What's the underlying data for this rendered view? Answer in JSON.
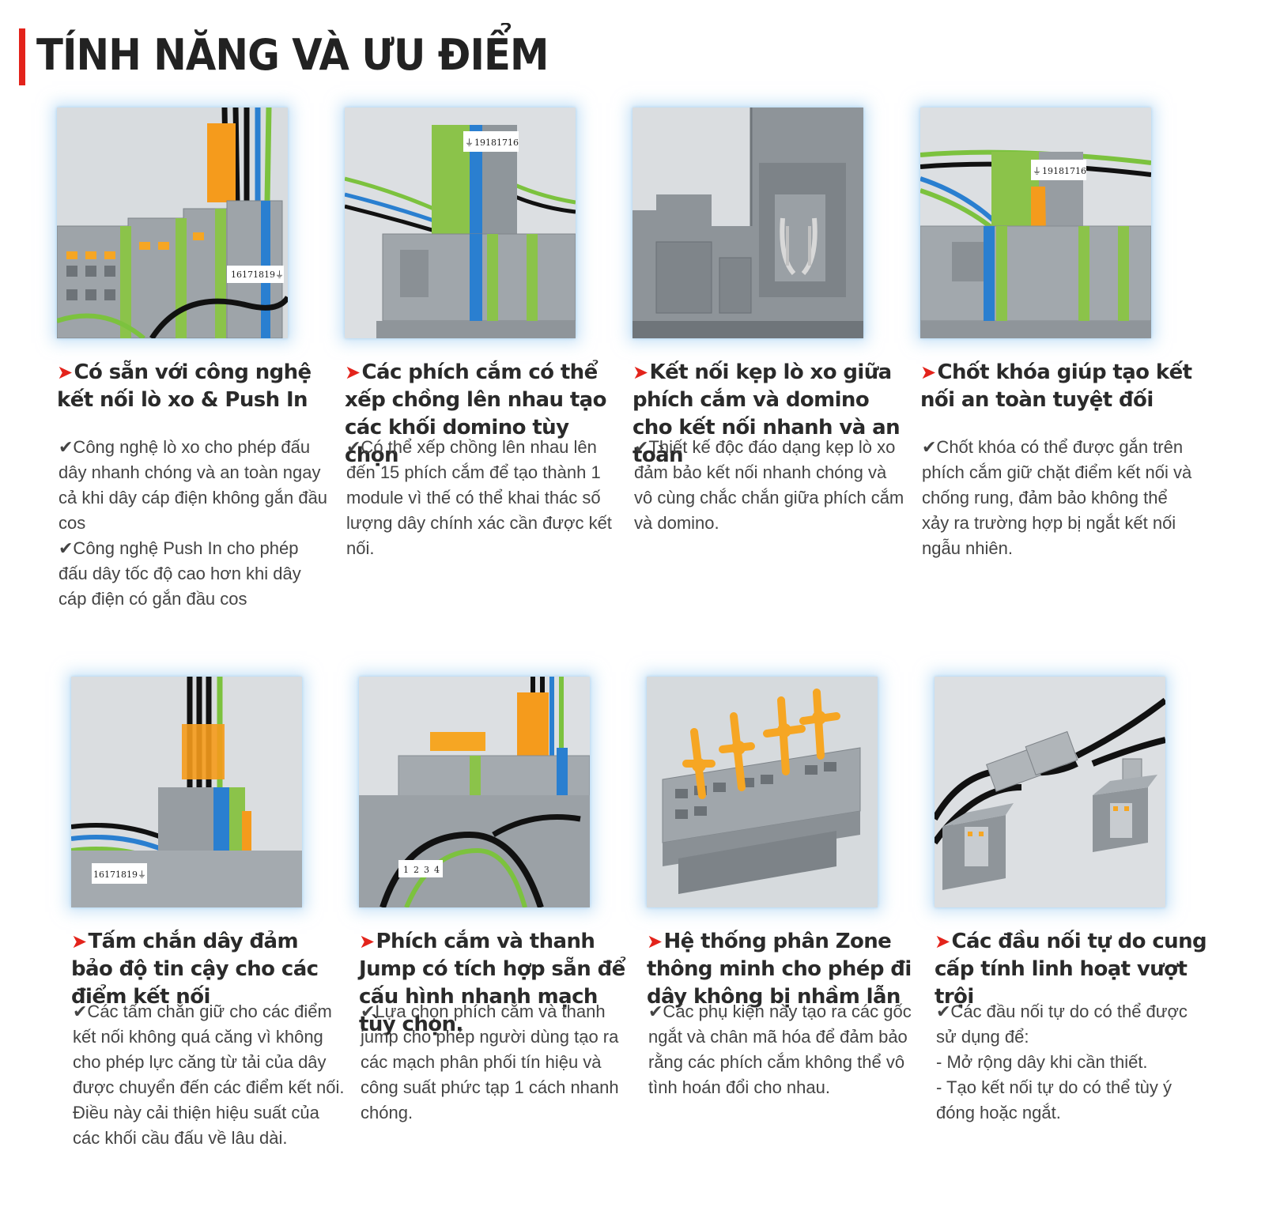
{
  "header": {
    "title": "TÍNH NĂNG VÀ ƯU ĐIỂM",
    "accent_color": "#e3231b"
  },
  "arrow_symbol": "➤",
  "features": [
    {
      "title": "Có sẵn với công nghệ kết nối lò xo & Push In",
      "desc": [
        "✔Công nghệ lò xo cho phép đấu dây nhanh chóng và an toàn ngay cả khi dây cáp điện không gắn đầu cos",
        "✔Công nghệ Push In cho phép đấu dây tốc độ cao hơn khi dây cáp điện có gắn đầu cos"
      ]
    },
    {
      "title": "Các phích cắm có thể xếp chồng lên nhau tạo các khối domino tùy chọn",
      "desc": [
        "✔Có thể xếp chồng lên nhau lên đến 15 phích cắm để tạo thành 1 module vì thế có thể khai thác số lượng dây chính xác cần được kết nối."
      ]
    },
    {
      "title": "Kết nối kẹp lò xo giữa phích cắm và domino cho kết nối nhanh và an toàn",
      "desc": [
        "✔Thiết kế độc đáo dạng kẹp lò xo đảm bảo kết nối nhanh chóng và vô cùng chắc chắn giữa phích cắm và domino."
      ]
    },
    {
      "title": "Chốt khóa giúp tạo kết nối an toàn tuyệt đối",
      "desc": [
        "✔Chốt khóa có thể được gắn trên phích cắm giữ chặt điểm kết nối và chống rung, đảm bảo không thể xảy ra trường hợp bị ngắt kết nối ngẫu nhiên."
      ]
    },
    {
      "title": "Tấm chắn dây đảm bảo độ tin cậy cho các điểm kết nối",
      "desc": [
        "✔Các tấm chắn giữ cho các điểm kết nối không quá căng vì không cho phép lực căng từ tải của dây được chuyển đến các điểm kết nối. Điều này cải thiện hiệu suất của các khối cầu đấu về lâu dài."
      ]
    },
    {
      "title": "Phích cắm và thanh Jump có tích hợp sẵn để cấu hình nhanh mạch tùy chọn.",
      "desc": [
        "✔Lựa chọn phích cắm và thanh jump cho phép người dùng tạo ra các mạch phân phối tín hiệu và công suất phức tạp 1 cách nhanh chóng."
      ]
    },
    {
      "title": "Hệ thống phân Zone thông minh cho phép đi dây không bị nhầm lẫn",
      "desc": [
        "✔Các phụ kiện này tạo ra các gốc ngắt và chân mã hóa để đảm bảo rằng các phích cắm không thể vô tình hoán đổi cho nhau."
      ]
    },
    {
      "title": "Các đầu nối tự do cung cấp tính linh hoạt vượt trội",
      "desc": [
        "✔Các đầu nối tự do có thể được sử dụng để:",
        "- Mở rộng dây khi cần thiết.",
        "- Tạo kết nối tự do có thể tùy ý đóng hoặc ngắt."
      ]
    }
  ],
  "image_labels": {
    "img1": [
      "16",
      "17",
      "18",
      "19",
      "⏚"
    ],
    "img2": [
      "⏚",
      "19",
      "18",
      "17",
      "16"
    ],
    "img4": [
      "⏚",
      "19",
      "18",
      "17",
      "16"
    ],
    "img5": [
      "16",
      "17",
      "18",
      "19",
      "⏚"
    ],
    "img6": [
      "1",
      "2",
      "3",
      "4"
    ]
  }
}
